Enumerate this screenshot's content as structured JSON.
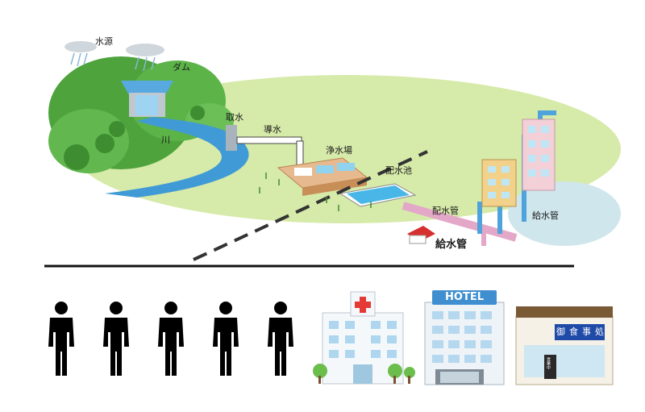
{
  "diagram": {
    "labels": {
      "source": "水源",
      "dam": "ダム",
      "river": "川",
      "intake": "取水",
      "conduit": "導水",
      "purification_plant": "浄水場",
      "distribution_reservoir": "配水池",
      "distribution_main": "配水管",
      "service_pipe_right": "給水管",
      "service_pipe_bottom": "給水管"
    },
    "people_count": 5,
    "buildings": {
      "hotel_sign": "HOTEL",
      "restaurant_sign": [
        "御",
        "食",
        "事",
        "処"
      ],
      "restaurant_open_sign": "営業中"
    },
    "colors": {
      "land": "#d4e8a8",
      "hills": "#5fb04a",
      "water": "#3f9ad6",
      "pipe_blue": "#4fa3dc",
      "pipe_pink": "#e3a8c7",
      "divider": "#111111",
      "person": "#000000",
      "cross": "#e53935"
    }
  }
}
